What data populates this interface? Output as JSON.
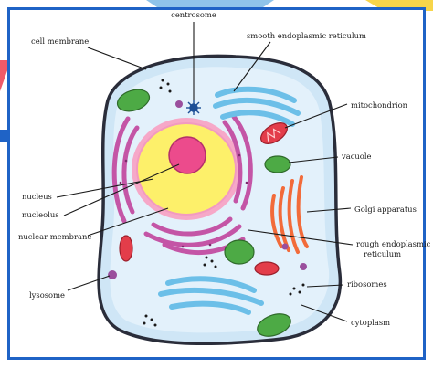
{
  "labels": {
    "centrosome": "centrosome",
    "cell_membrane": "cell membrane",
    "smooth_er": "smooth endoplasmic reticulum",
    "mitochondrion": "mitochondrion",
    "vacuole": "vacuole",
    "golgi": "Golgi apparatus",
    "nucleus": "nucleus",
    "nucleolus": "nucleolus",
    "nuclear_membrane": "nuclear membrane",
    "rough_er_line1": "rough endoplasmic",
    "rough_er_line2": "reticulum",
    "ribosomes": "ribosomes",
    "lysosome": "lysosome",
    "cytoplasm": "cytoplasm"
  },
  "colors": {
    "frame_blue": "#1f63c6",
    "accent_pink": "#f05a68",
    "accent_yellow": "#f7d54a",
    "cytoplasm": "#cfe6f6",
    "nucleus": "#fdf06a",
    "nucleolus": "#ec4b8c",
    "nuclear_membrane": "#f6a8c8",
    "rough_er": "#c455a6",
    "smooth_er": "#6cbfe8",
    "mitochondrion": "#e33d4a",
    "vacuole": "#4daa45",
    "golgi": "#f26b3a",
    "lysosome": "#9a4f9d",
    "centrosome": "#1d4f96"
  }
}
